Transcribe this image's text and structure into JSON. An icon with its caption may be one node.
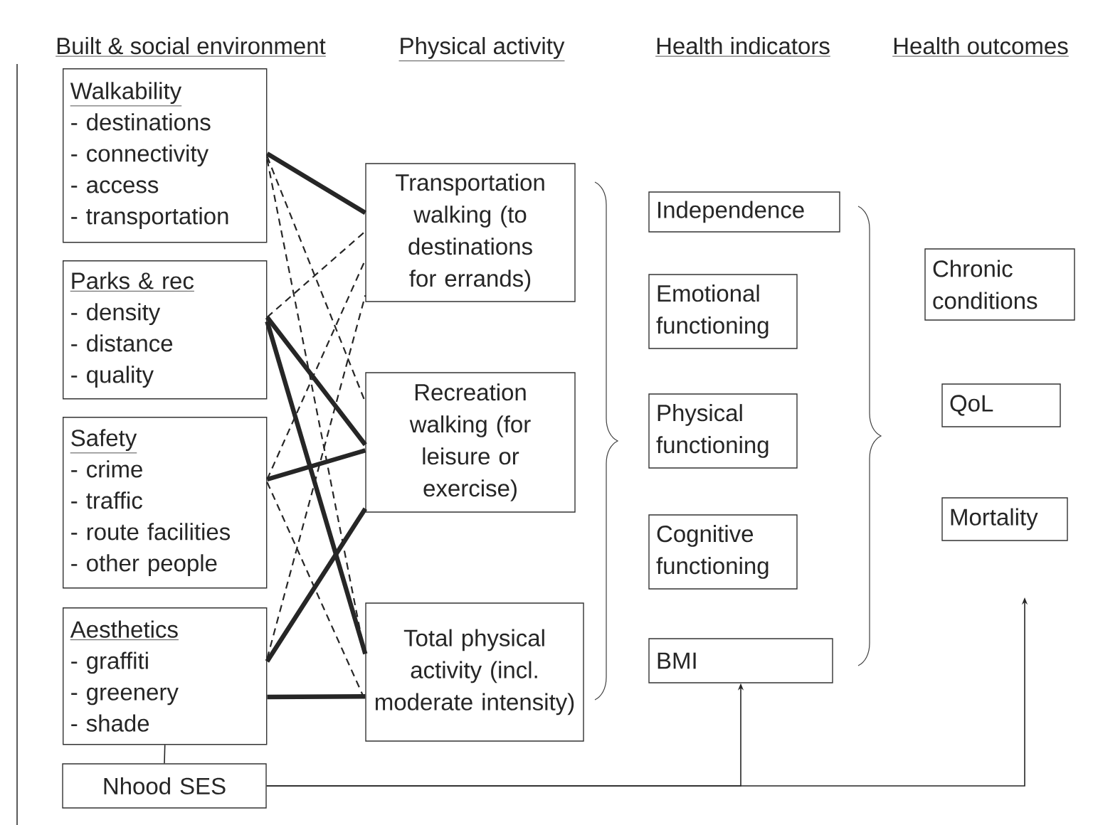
{
  "diagram": {
    "nodes": [
      {
        "text": [
          "Walkability",
          "- destinations",
          "- connectivity",
          "- access",
          "- transportation"
        ]
      },
      {
        "text": [
          "Parks & rec",
          "- density",
          "- distance",
          "- quality"
        ]
      },
      {
        "text": [
          "Safety",
          "- crime",
          "- traffic",
          "- route facilities",
          "- other people"
        ]
      },
      {
        "text": [
          "Aesthetics",
          "- graffiti",
          "- greenery",
          "- shade"
        ]
      },
      {
        "text": [
          "Nhood SES"
        ]
      },
      {
        "text": [
          "Transportation walking (to destinations for errands)"
        ]
      },
      {
        "text": [
          "Recreation walking (for leisure or exercise)"
        ]
      },
      {
        "text": [
          "Total physical activity (incl. moderate intensity)"
        ]
      },
      {
        "text": [
          "Independence"
        ]
      },
      {
        "text": [
          "Emotional functioning"
        ]
      },
      {
        "text": [
          "Physical functioning"
        ]
      },
      {
        "text": [
          "Cognitive functioning"
        ]
      },
      {
        "text": [
          "BMI"
        ]
      },
      {
        "text": [
          "Chronic conditions"
        ]
      },
      {
        "text": [
          "QoL"
        ]
      },
      {
        "text": [
          "Mortality"
        ]
      }
    ],
    "edges": [
      {
        "from": 0,
        "to": 5,
        "arrow": "none",
        "style": "thick"
      },
      {
        "from": 0,
        "to": 6,
        "arrow": "none",
        "style": "dashed"
      },
      {
        "from": 0,
        "to": 7,
        "arrow": "none",
        "style": "dashed"
      },
      {
        "from": 1,
        "to": 5,
        "arrow": "none",
        "style": "dashed"
      },
      {
        "from": 1,
        "to": 6,
        "arrow": "none",
        "style": "thick"
      },
      {
        "from": 1,
        "to": 7,
        "arrow": "none",
        "style": "thick"
      },
      {
        "from": 2,
        "to": 5,
        "arrow": "none",
        "style": "dashed"
      },
      {
        "from": 2,
        "to": 6,
        "arrow": "none",
        "style": "thick"
      },
      {
        "from": 2,
        "to": 7,
        "arrow": "none",
        "style": "dashed"
      },
      {
        "from": 3,
        "to": 5,
        "arrow": "none",
        "style": "dashed"
      },
      {
        "from": 3,
        "to": 6,
        "arrow": "none",
        "style": "thick"
      },
      {
        "from": 3,
        "to": 7,
        "arrow": "none",
        "style": "thick"
      },
      {
        "from": 3,
        "to": 4,
        "arrow": "none"
      },
      {
        "from": 4,
        "to": 12,
        "arrow": "to"
      },
      {
        "from": 4,
        "to": null,
        "arrow": "to"
      }
    ],
    "labels": [
      "Built & social environment",
      "Physical activity",
      "Health indicators",
      "Health outcomes"
    ]
  }
}
